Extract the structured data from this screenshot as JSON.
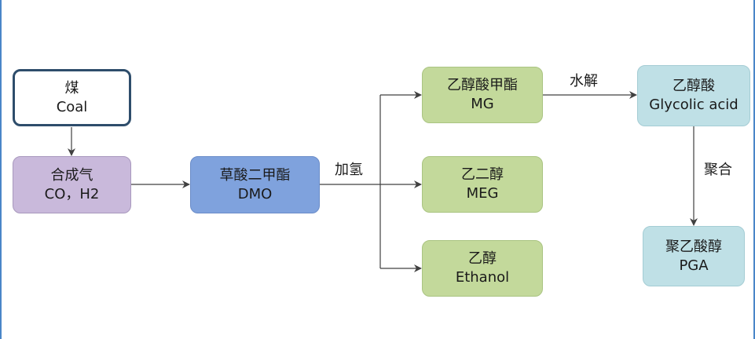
{
  "nodes": {
    "coal": {
      "zh": "煤",
      "en": "Coal"
    },
    "syngas": {
      "zh": "合成气",
      "en": "CO，H2"
    },
    "dmo": {
      "zh": "草酸二甲酯",
      "en": "DMO"
    },
    "mg": {
      "zh": "乙醇酸甲酯",
      "en": "MG"
    },
    "meg": {
      "zh": "乙二醇",
      "en": "MEG"
    },
    "ethanol": {
      "zh": "乙醇",
      "en": "Ethanol"
    },
    "glycolic": {
      "zh": "乙醇酸",
      "en": "Glycolic acid"
    },
    "pga": {
      "zh": "聚乙酸醇",
      "en": "PGA"
    }
  },
  "edge_labels": {
    "hydrogenation": "加氢",
    "hydrolysis": "水解",
    "polymerization": "聚合"
  },
  "colors": {
    "frame_line": "#4a86c8",
    "coal_border": "#2e4d6b",
    "syngas_fill": "#c9b9db",
    "dmo_fill": "#7fa2dd",
    "product_fill": "#c3d99b",
    "acid_fill": "#bfe0e6",
    "arrow": "#404040"
  }
}
